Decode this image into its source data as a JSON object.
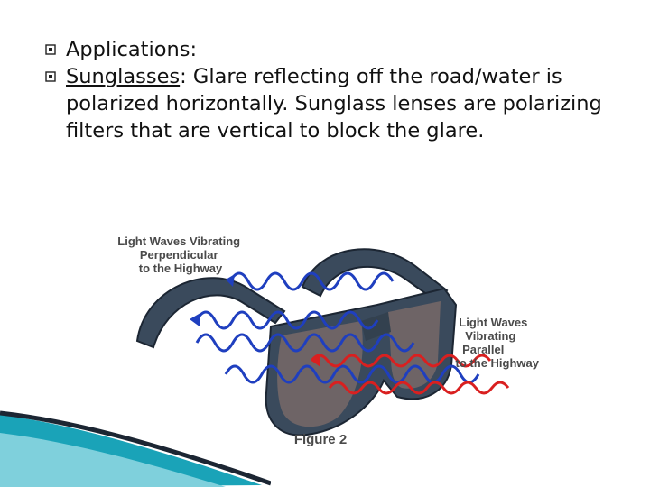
{
  "bullets": [
    {
      "icon": "hollow-square-bullet-icon",
      "text": "Applications:"
    },
    {
      "icon": "hollow-square-bullet-icon",
      "term": "Sunglasses",
      "term_suffix": ":",
      "text": " Glare reflecting off the road/water is polarized horizontally. Sunglass lenses are polarizing filters that are vertical to block the glare."
    }
  ],
  "figure": {
    "label_perpendicular": [
      "Light Waves Vibrating",
      "Perpendicular",
      "to the Highway"
    ],
    "label_parallel": [
      "Light Waves",
      "Vibrating",
      "Parallel",
      "to the Highway"
    ],
    "caption": "Figure 2"
  },
  "colors": {
    "blue_wave": "#1f3fbf",
    "red_wave": "#d92020",
    "frame": "#3a4a5c",
    "lens": "#6e6466",
    "accent_teal": "#1aa3b8"
  }
}
